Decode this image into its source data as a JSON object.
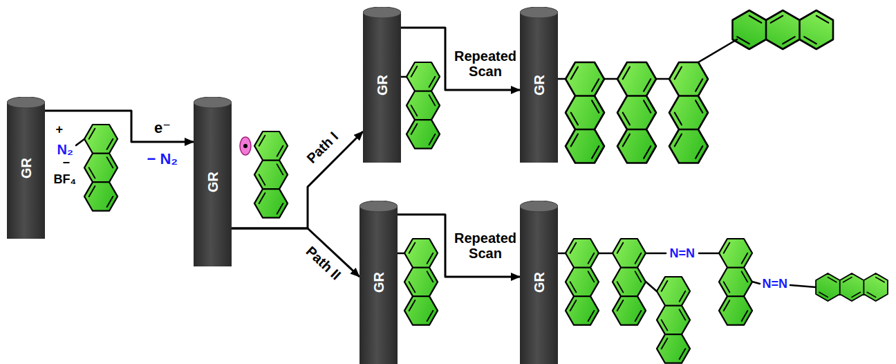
{
  "diagram": {
    "nodes": [
      {
        "text": [
          "GR"
        ]
      },
      {
        "text": [
          "GR"
        ]
      },
      {
        "text": [
          "GR"
        ]
      },
      {
        "text": [
          "GR"
        ]
      },
      {
        "text": [
          "GR"
        ]
      },
      {
        "text": [
          "GR"
        ]
      }
    ],
    "edges": [
      {
        "from": 0,
        "to": 1,
        "arrow": "to",
        "label": "e⁻"
      },
      {
        "from": 1,
        "to": 2,
        "arrow": "to",
        "label": "Path I"
      },
      {
        "from": 1,
        "to": 4,
        "arrow": "to",
        "label": "Path II"
      },
      {
        "from": 2,
        "to": 3,
        "arrow": "to",
        "label": "Repeated Scan"
      },
      {
        "from": 4,
        "to": 5,
        "arrow": "to",
        "label": "Repeated Scan"
      }
    ],
    "labels": [
      "+",
      "N₂",
      "−",
      "BF₄",
      "− N₂",
      "N=N",
      "N=N"
    ]
  }
}
